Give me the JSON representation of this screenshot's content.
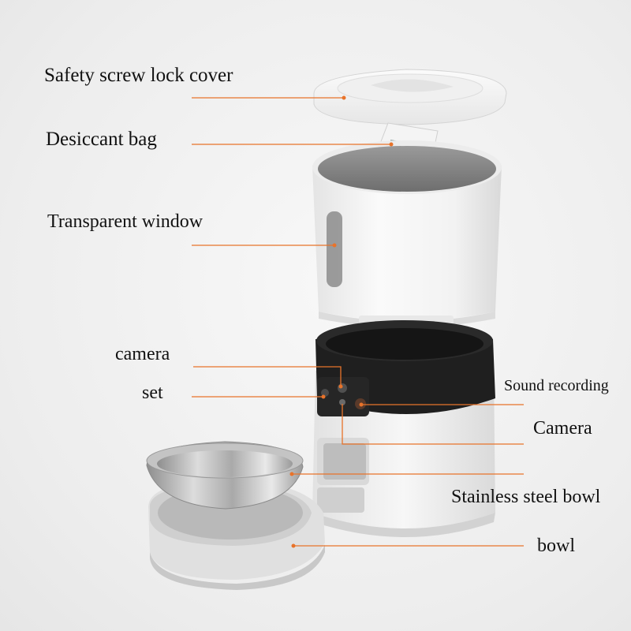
{
  "labels": {
    "safety_cover": "Safety screw lock cover",
    "desiccant": "Desiccant bag",
    "window": "Transparent window",
    "camera_top": "camera",
    "set": "set",
    "sound": "Sound recording",
    "camera_right": "Camera",
    "steel_bowl": "Stainless steel bowl",
    "bowl": "bowl"
  },
  "colors": {
    "leader": "#e8732a",
    "body_white": "#f5f5f5",
    "dark_ring": "#1c1c1c"
  }
}
